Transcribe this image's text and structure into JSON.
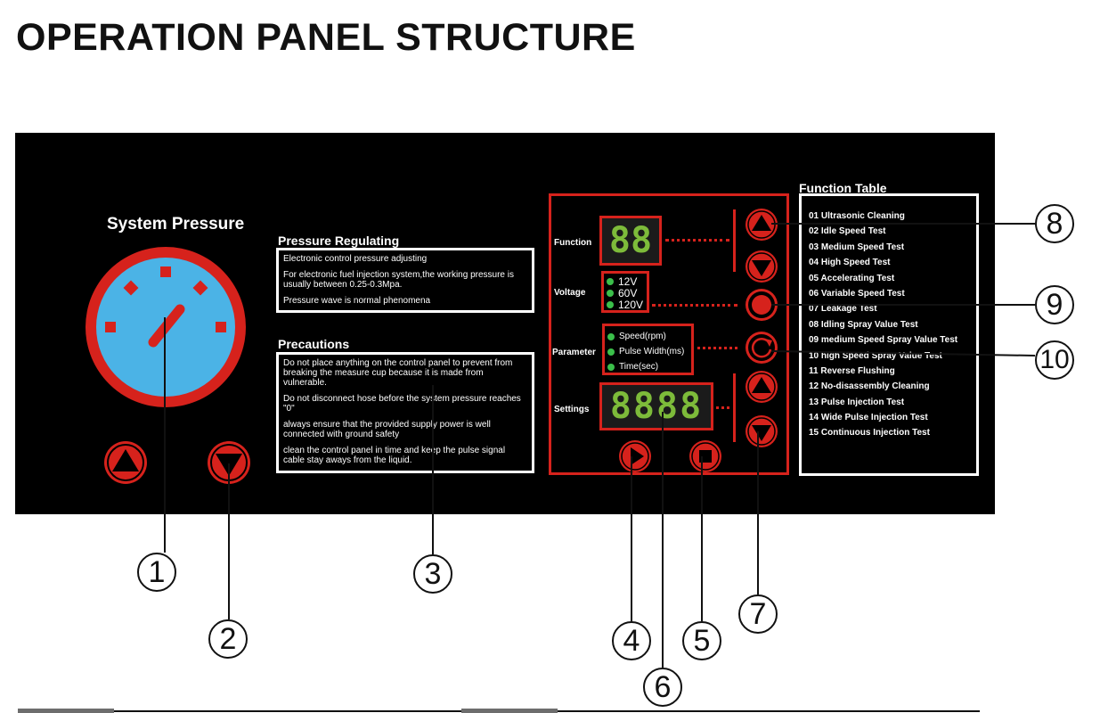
{
  "title": "OPERATION PANEL STRUCTURE",
  "pressure": {
    "label": "System Pressure"
  },
  "pressure_regulating": {
    "heading": "Pressure Regulating",
    "lines": [
      "Electronic control pressure adjusting",
      "For electronic fuel injection system,the working pressure is usually between 0.25-0.3Mpa.",
      "Pressure wave is normal phenomena"
    ]
  },
  "precautions": {
    "heading": "Precautions",
    "lines": [
      "Do not place anything on the control panel to prevent from breaking the measure cup because it is made from vulnerable.",
      "Do not disconnect hose before the system pressure reaches \"0\"",
      "always ensure that the provided supply power is well connected with ground safety",
      "clean the control panel in time and keep the pulse signal cable stay aways from the liquid."
    ]
  },
  "controls": {
    "function_label": "Function",
    "function_display": "88",
    "voltage_label": "Voltage",
    "voltages": [
      "12V",
      "60V",
      "120V"
    ],
    "parameter_label": "Parameter",
    "parameters": [
      "Speed(rpm)",
      "Pulse Width(ms)",
      "Time(sec)"
    ],
    "settings_label": "Settings",
    "settings_display": "8888"
  },
  "function_table": {
    "heading": "Function Table",
    "items": [
      "01 Ultrasonic Cleaning",
      "02 Idle Speed Test",
      "03 Medium Speed Test",
      "04 High Speed Test",
      "05 Accelerating Test",
      "06 Variable Speed Test",
      "07 Leakage Test",
      "08 Idling Spray Value Test",
      "09 medium Speed Spray Value Test",
      "10 high Speed Spray Value Test",
      "11 Reverse Flushing",
      "12 No-disassembly Cleaning",
      "13 Pulse Injection Test",
      "14 Wide Pulse Injection Test",
      "15 Continuous Injection Test"
    ]
  },
  "callouts": [
    "1",
    "2",
    "3",
    "4",
    "5",
    "6",
    "7",
    "8",
    "9",
    "10"
  ],
  "colors": {
    "panel": "#000000",
    "accent_red": "#d6221c",
    "gauge_face": "#4bb3e6",
    "lcd_green": "#7dbb3a",
    "led_green": "#3bbf4a"
  }
}
